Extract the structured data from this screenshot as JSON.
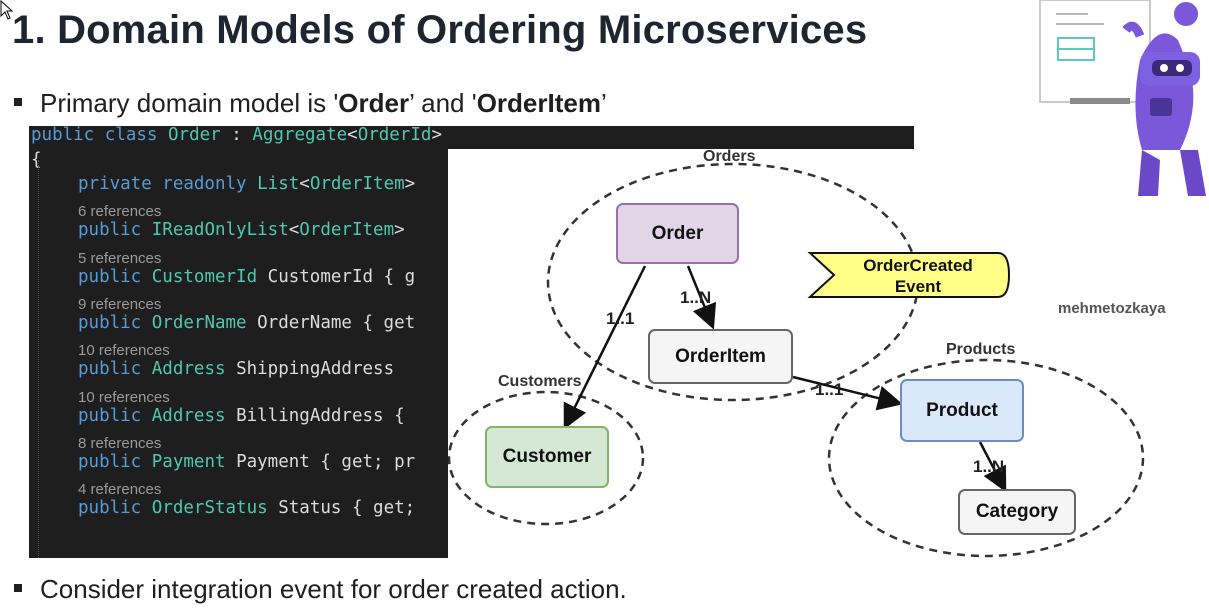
{
  "slide": {
    "title": "1. Domain Models of Ordering Microservices",
    "bullet1": {
      "prefix": "Primary domain model is '",
      "model1": "Order",
      "middle": "’ and '",
      "model2": "OrderItem",
      "suffix": "’"
    },
    "bullet2": "Consider integration event for order created action.",
    "author": "mehmetozkaya"
  },
  "code": {
    "line1": [
      "public",
      "class",
      "Order",
      ":",
      "Aggregate",
      "<",
      "OrderId",
      ">"
    ],
    "brace": "{",
    "lines": [
      {
        "ref": "",
        "kw": "private readonly ",
        "ty": "List",
        "rest_id": "<",
        "ty2": "OrderItem",
        "tail": ">"
      },
      {
        "ref": "6 references",
        "kw": "public ",
        "ty": "IReadOnlyList",
        "rest_id": "<",
        "ty2": "OrderItem",
        "tail": ">"
      },
      {
        "ref": "5 references",
        "kw": "public ",
        "ty": "CustomerId",
        "rest_id": " CustomerId { g",
        "ty2": "",
        "tail": ""
      },
      {
        "ref": "9 references",
        "kw": "public ",
        "ty": "OrderName",
        "rest_id": " OrderName { get",
        "ty2": "",
        "tail": ""
      },
      {
        "ref": "10 references",
        "kw": "public ",
        "ty": "Address",
        "rest_id": " ShippingAddress ",
        "ty2": "",
        "tail": ""
      },
      {
        "ref": "10 references",
        "kw": "public ",
        "ty": "Address",
        "rest_id": " BillingAddress {",
        "ty2": "",
        "tail": ""
      },
      {
        "ref": "8 references",
        "kw": "public ",
        "ty": "Payment",
        "rest_id": " Payment { get; pr",
        "ty2": "",
        "tail": ""
      },
      {
        "ref": "4 references",
        "kw": "public ",
        "ty": "OrderStatus",
        "rest_id": " Status { get;",
        "ty2": "",
        "tail": ""
      }
    ]
  },
  "diagram": {
    "boundaries": {
      "orders": "Orders",
      "customers": "Customers",
      "products": "Products"
    },
    "nodes": {
      "order": "Order",
      "order_item": "OrderItem",
      "customer": "Customer",
      "product": "Product",
      "category": "Category"
    },
    "event": {
      "line1": "OrderCreated",
      "line2": "Event"
    },
    "multiplicities": {
      "order_customer": "1..1",
      "order_item": "1..N",
      "item_product": "1..1",
      "product_category": "1..N"
    }
  },
  "colors": {
    "order_fill": "#e1d5e7",
    "order_border": "#9673a6",
    "customer_fill": "#d5e8d4",
    "customer_border": "#82b366",
    "product_fill": "#dae8fc",
    "product_border": "#6c8ebf",
    "neutral_fill": "#f5f5f5",
    "neutral_border": "#666666",
    "event_fill": "#ffff88",
    "code_bg": "#1e1e1e"
  },
  "icons": [
    "cursor-icon",
    "dotnet-bot-mascot-icon"
  ]
}
